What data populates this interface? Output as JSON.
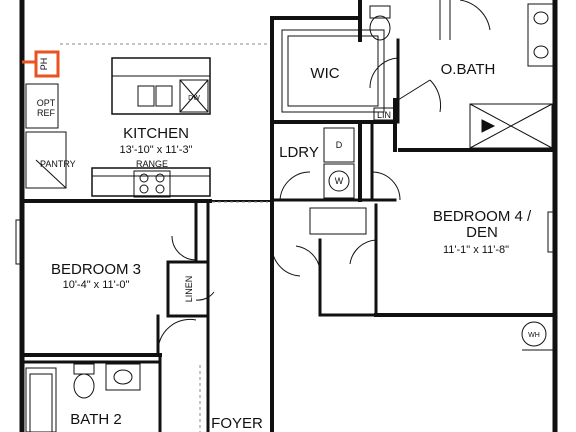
{
  "rooms": {
    "kitchen": {
      "name": "KITCHEN",
      "dim": "13'-10\" x 11'-3\""
    },
    "bedroom3": {
      "name": "BEDROOM 3",
      "dim": "10'-4\" x 11'-0\""
    },
    "bedroom4": {
      "name_line1": "BEDROOM 4 /",
      "name_line2": "DEN",
      "dim": "11'-1\" x 11'-8\""
    },
    "wic": {
      "name": "WIC"
    },
    "obath": {
      "name": "O.BATH"
    },
    "ldry": {
      "name": "LDRY"
    },
    "bath2": {
      "name": "BATH 2"
    },
    "foyer": {
      "name": "FOYER"
    }
  },
  "fixtures": {
    "pantry": "PANTRY",
    "range": "RANGE",
    "opt_ref_line1": "OPT",
    "opt_ref_line2": "REF",
    "dw": "DW",
    "linen": "LINEN",
    "lin": "LIN",
    "wh": "WH",
    "dryer": "D",
    "washer": "W",
    "ph": "PH"
  },
  "colors": {
    "wall": "#111111",
    "highlight": "#e8531f",
    "dashed": "#888888"
  }
}
